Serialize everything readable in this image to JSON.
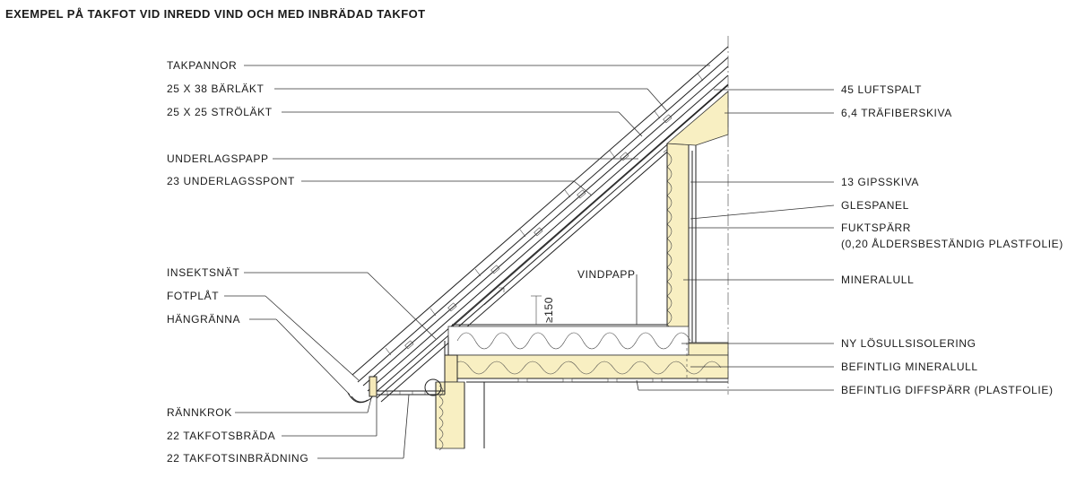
{
  "title": "EXEMPEL PÅ TAKFOT VID INREDD VIND OCH MED INBRÄDAD TAKFOT",
  "labels_left": {
    "takpannor": "TAKPANNOR",
    "barlakt": "25 X 38 BÄRLÄKT",
    "strolakt": "25 X 25 STRÖLÄKT",
    "underlagspapp": "UNDERLAGSPAPP",
    "underlagsspont": "23 UNDERLAGSSPONT",
    "insektsnat": "INSEKTSNÄT",
    "fotplat": "FOTPLÅT",
    "hangranna": "HÄNGRÄNNA",
    "rannkrok": "RÄNNKROK",
    "takfotsbrada": "22 TAKFOTSBRÄDA",
    "takfotsinbradning": "22 TAKFOTSINBRÄDNING"
  },
  "labels_right": {
    "luftspalt": "45 LUFTSPALT",
    "trafiberskiva": "6,4 TRÄFIBERSKIVA",
    "gipsskiva": "13 GIPSSKIVA",
    "glespanel": "GLESPANEL",
    "fuktsparr_1": "FUKTSPÄRR",
    "fuktsparr_2": "(0,20 ÅLDERSBESTÄNDIG PLASTFOLIE)",
    "mineralull": "MINERALULL",
    "ny_losull": "NY LÖSULLSISOLERING",
    "befintlig_mineralull": "BEFINTLIG MINERALULL",
    "befintlig_diffsparr": "BEFINTLIG DIFFSPÄRR (PLASTFOLIE)"
  },
  "labels_center": {
    "vindpapp": "VINDPAPP",
    "dimension": "≥150"
  },
  "colors": {
    "wood_fill": "#f5e9b8",
    "insulation_fill": "#f8efc2",
    "line": "#222222"
  }
}
